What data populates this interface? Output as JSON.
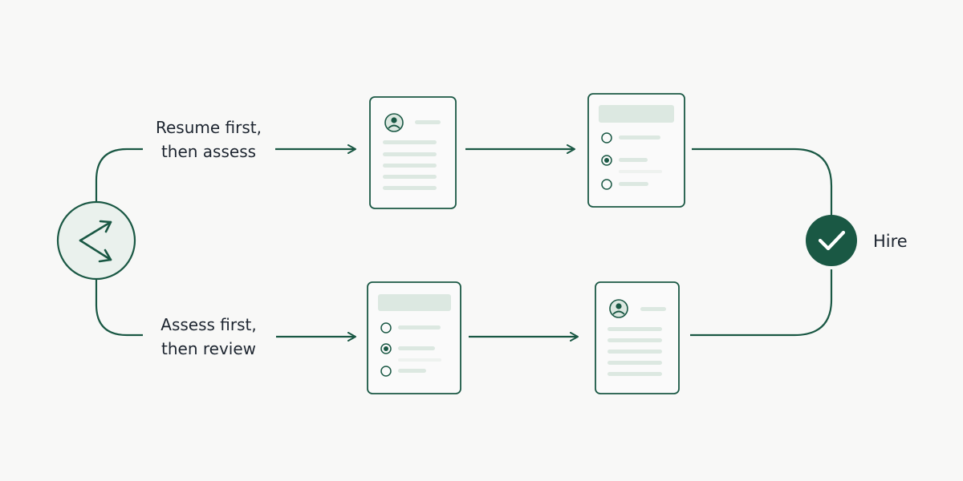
{
  "paths": {
    "top": {
      "line1": "Resume first,",
      "line2": "then assess"
    },
    "bottom": {
      "line1": "Assess first,",
      "line2": "then review"
    }
  },
  "outcome": {
    "label": "Hire"
  },
  "icons": {
    "start": "split-arrows-icon",
    "end": "check-icon",
    "resume": "resume-document-icon",
    "assessment": "assessment-document-icon"
  },
  "colors": {
    "accent": "#1a5844",
    "start_fill": "#eaf1ed",
    "card_border": "#1a5844",
    "card_fill": "#fafafa",
    "placeholder": "#dce8e1",
    "text": "#1d2530",
    "background": "#f8f8f7"
  }
}
